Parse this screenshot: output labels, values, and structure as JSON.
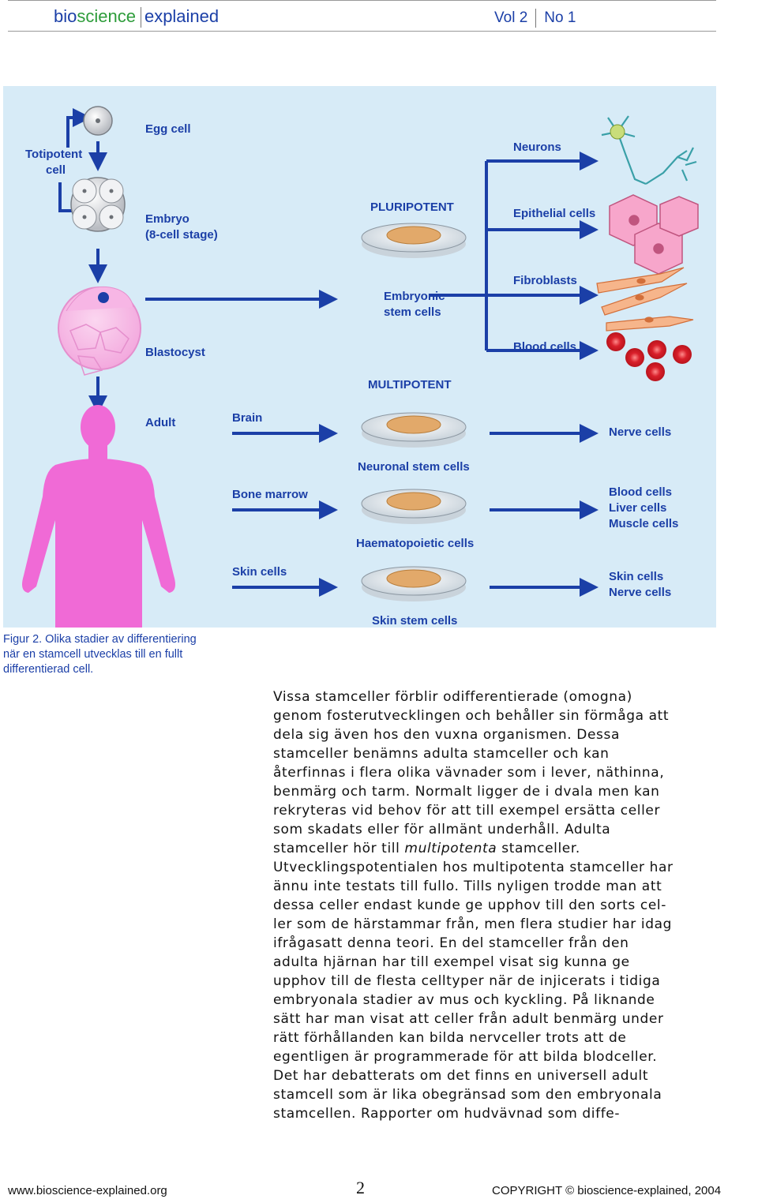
{
  "header": {
    "brand_part1": "bio",
    "brand_part2": "science",
    "brand_part3": "explained",
    "vol": "Vol 2",
    "no": "No 1"
  },
  "figure": {
    "egg_cell": "Egg cell",
    "totipotent_1": "Totipotent",
    "totipotent_2": "cell",
    "embryo_1": "Embryo",
    "embryo_2": "(8-cell stage)",
    "blastocyst": "Blastocyst",
    "adult": "Adult",
    "pluripotent": "PLURIPOTENT",
    "embryonic_1": "Embryonic",
    "embryonic_2": "stem cells",
    "multipotent": "MULTIPOTENT",
    "neurons": "Neurons",
    "epithelial": "Epithelial cells",
    "fibroblasts": "Fibroblasts",
    "blood_cells": "Blood cells",
    "brain": "Brain",
    "bone_marrow": "Bone marrow",
    "skin_cells": "Skin cells",
    "neuronal_stem": "Neuronal stem cells",
    "haemato_stem": "Haematopoietic cells",
    "skin_stem": "Skin stem cells",
    "out_nerve": "Nerve cells",
    "out_blood": "Blood cells",
    "out_liver": "Liver cells",
    "out_muscle": "Muscle cells",
    "out_skin": "Skin cells",
    "out_nerve2": "Nerve cells"
  },
  "caption": {
    "lines": [
      "Figur 2. Olika stadier av differentiering",
      "när en stamcell utvecklas till en fullt",
      "differentierad cell."
    ]
  },
  "body": {
    "before_italic": "Vissa stamceller förblir odifferentierade (omog­na) genom fosterutvecklingen och behåller sin förmåga att dela sig även hos den vuxna orga­nismen. Dessa stamceller benämns adulta stam­celler och kan återfinnas i flera olika vävnader som i lever, näthinna, benmärg och tarm. Nor­malt ligger de i dvala men kan rekryteras vid be­hov för att till exempel ersätta celler som skadats eller för allmänt underhåll. Adulta stamceller hör till ",
    "italic": "multipotenta",
    "after_italic": " stamceller. Utvecklingspotentia­len hos multipotenta stamceller har ännu inte testats till fullo. Tills nyligen trodde man att des­sa celler endast kunde ge upphov till den sorts cel­ler som de härstammar från, men flera studier har idag ifrågasatt denna teori. En del stamceller från den adulta hjärnan har till exempel visat sig kunna ge upphov till de flesta celltyper när de in­jicerats i tidiga embryonala stadier av mus och kyckling. På liknande sätt har man visat att celler från adult benmärg under rätt förhållanden kan bilda nervceller trots att de egentligen är pro­grammerade för att bilda blodceller. Det har de­batterats om det finns en universell adult stam­cell som är lika obegränsad som den embryonala stamcellen. Rapporter om hudvävnad som diffe-"
  },
  "footer": {
    "url": "www.bioscience-explained.org",
    "page": "2",
    "copyright": "COPYRIGHT © bioscience-explained, 2004"
  },
  "colors": {
    "accent": "#1b3fa7",
    "figure_bg": "#d7ebf7",
    "body_pink": "#f06ad6",
    "blood_red": "#d91f2a"
  }
}
